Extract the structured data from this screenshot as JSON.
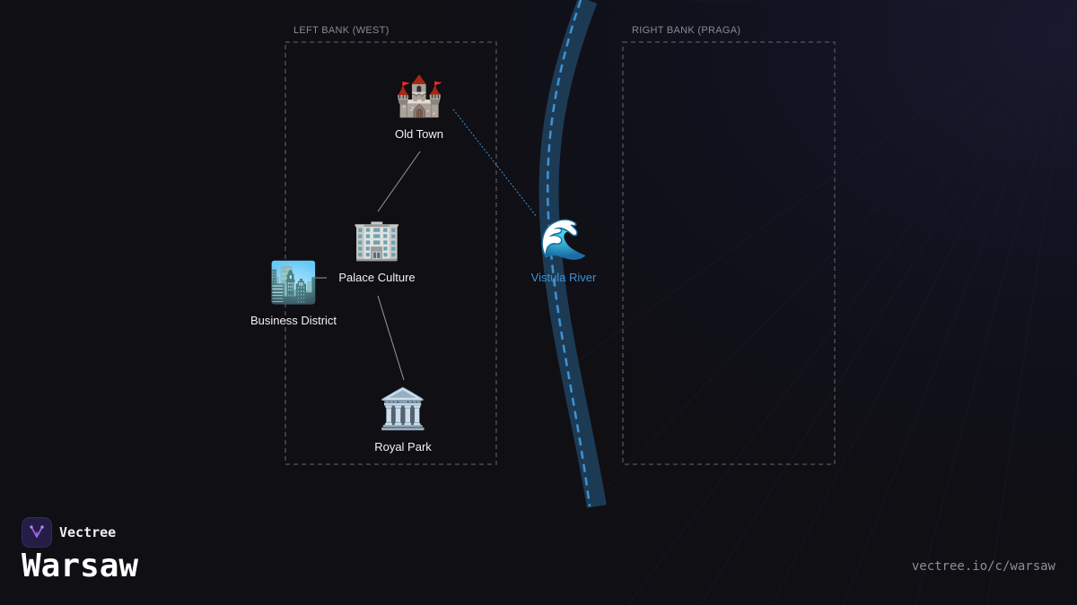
{
  "brand": {
    "name": "Vectree",
    "accent": "#a064e6"
  },
  "page": {
    "title": "Warsaw",
    "url": "vectree.io/c/warsaw"
  },
  "zones": [
    {
      "id": "left",
      "label": "LEFT BANK (WEST)"
    },
    {
      "id": "right",
      "label": "RIGHT BANK (PRAGA)"
    }
  ],
  "river": {
    "color": "#1d3a55",
    "dash_color": "#3e93d4"
  },
  "nodes": [
    {
      "id": "old-town",
      "label": "Old Town",
      "icon": "castle-icon",
      "glyph": "🏰"
    },
    {
      "id": "palace-culture",
      "label": "Palace Culture",
      "icon": "office-building-icon",
      "glyph": "🏢"
    },
    {
      "id": "business-district",
      "label": "Business District",
      "icon": "cityscape-icon",
      "glyph": "🏙️"
    },
    {
      "id": "royal-park",
      "label": "Royal Park",
      "icon": "classical-building-icon",
      "glyph": "🏛️"
    },
    {
      "id": "vistula-river",
      "label": "Vistula River",
      "icon": "water-wave-icon",
      "glyph": "🌊"
    }
  ],
  "edges": [
    {
      "from": "old-town",
      "to": "palace-culture",
      "style": "solid"
    },
    {
      "from": "palace-culture",
      "to": "business-district",
      "style": "solid"
    },
    {
      "from": "palace-culture",
      "to": "royal-park",
      "style": "solid"
    },
    {
      "from": "old-town",
      "to": "vistula-river",
      "style": "dotted"
    }
  ]
}
